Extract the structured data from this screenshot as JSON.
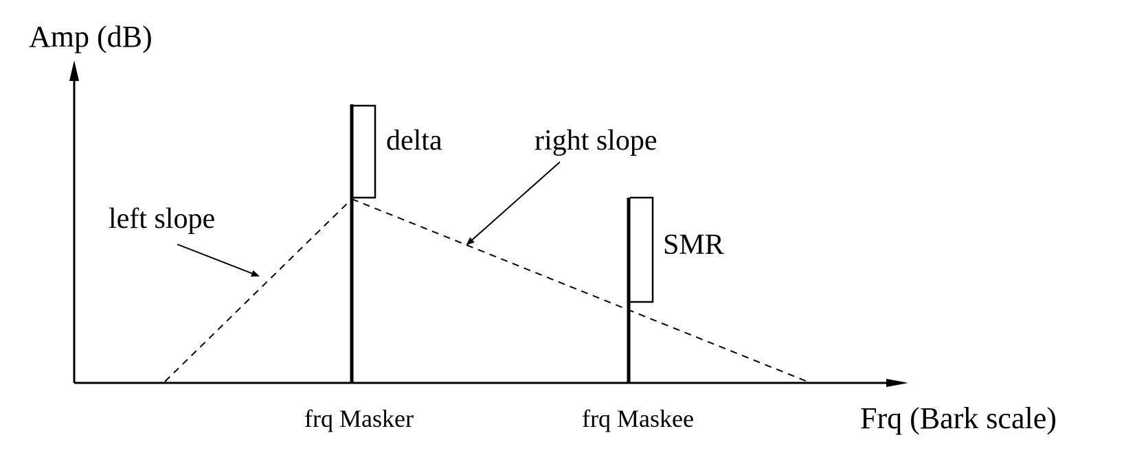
{
  "axes": {
    "y_label": "Amp (dB)",
    "x_label": "Frq (Bark scale)"
  },
  "markers": {
    "masker_label": "frq Masker",
    "maskee_label": "frq Maskee"
  },
  "annotations": {
    "delta": "delta",
    "right_slope": "right slope",
    "left_slope": "left slope",
    "smr": "SMR"
  },
  "colors": {
    "ink": "#000000",
    "background": "#ffffff"
  }
}
